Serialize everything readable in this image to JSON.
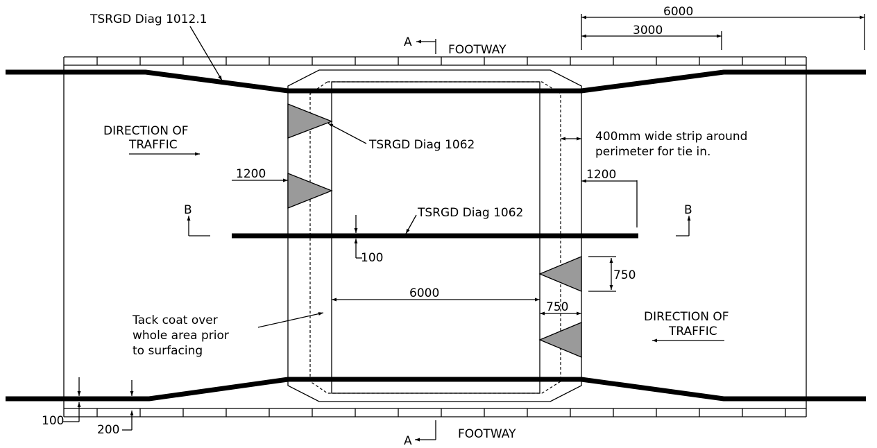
{
  "labels": {
    "diag_1012": "TSRGD Diag 1012.1",
    "diag_1062_a": "TSRGD Diag 1062",
    "diag_1062_b": "TSRGD Diag 1062",
    "footway_top": "FOOTWAY",
    "footway_bottom": "FOOTWAY",
    "section_a_top": "A",
    "section_a_bottom": "A",
    "section_b_left": "B",
    "section_b_right": "B",
    "direction_left_1": "DIRECTION OF",
    "direction_left_2": "TRAFFIC",
    "direction_right_1": "DIRECTION OF",
    "direction_right_2": "TRAFFIC",
    "strip_note_1": "400mm wide strip around",
    "strip_note_2": "perimeter for tie in.",
    "tack_note_1": "Tack coat over",
    "tack_note_2": "whole area prior",
    "tack_note_3": "to surfacing"
  },
  "dimensions": {
    "top_6000": "6000",
    "top_3000": "3000",
    "left_1200": "1200",
    "right_1200": "1200",
    "mid_100": "100",
    "center_6000": "6000",
    "tri_750_vertical": "750",
    "tri_750_horizontal": "750",
    "edge_100": "100",
    "edge_200": "200"
  }
}
